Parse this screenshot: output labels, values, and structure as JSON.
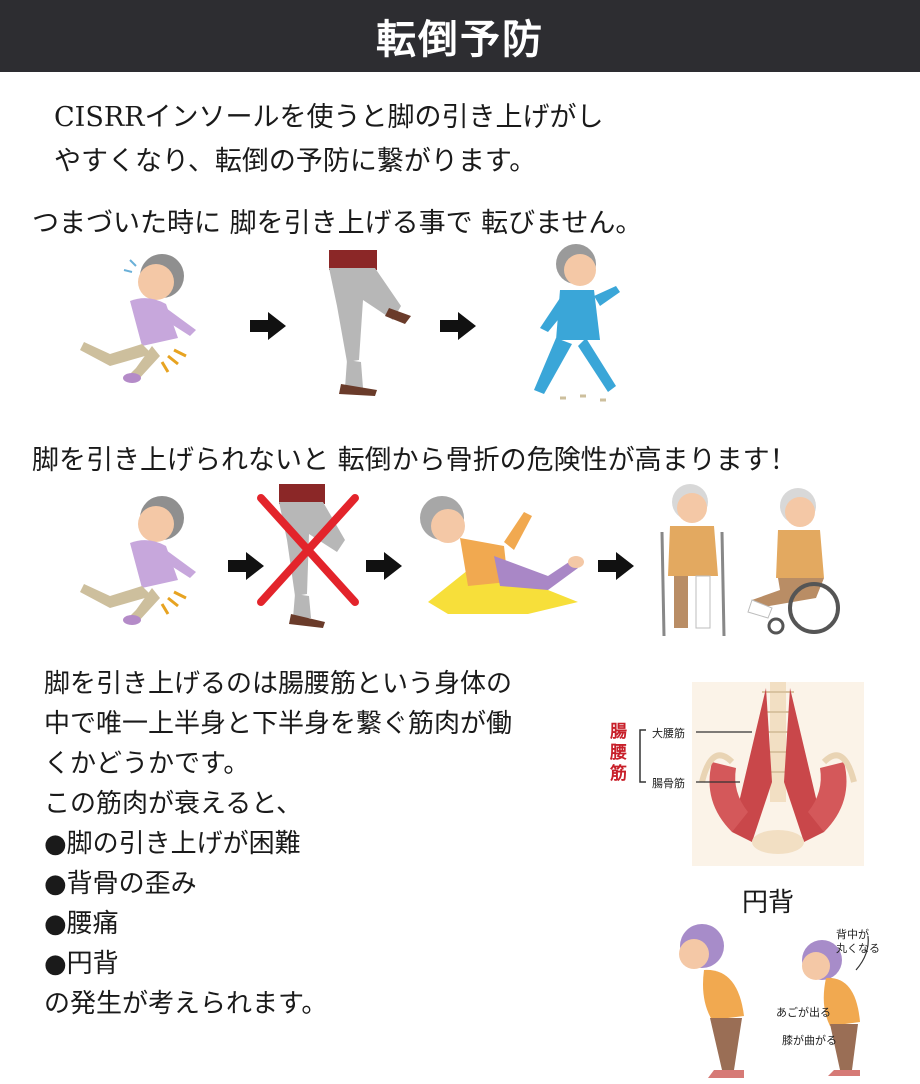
{
  "header": {
    "title": "転倒予防"
  },
  "intro": {
    "line1": "CISRRインソールを使うと脚の引き上げがし",
    "line2": "やすくなり、転倒の予防に繋がります。"
  },
  "row1": {
    "label": "つまづいた時に  脚を引き上げる事で  転びません。"
  },
  "row2": {
    "label": "脚を引き上げられないと  転倒から骨折の危険性が高まります！"
  },
  "body": {
    "lines": [
      "脚を引き上げるのは腸腰筋という身体の",
      "中で唯一上半身と下半身を繋ぐ筋肉が働",
      "くかどうかです。",
      "この筋肉が衰えると、",
      "●脚の引き上げが困難",
      "●背骨の歪み",
      "●腰痛",
      "●円背",
      "の発生が考えられます。"
    ]
  },
  "muscle": {
    "group_label": "腸腰筋",
    "upper": "大腰筋",
    "lower": "腸骨筋"
  },
  "posture": {
    "caption": "円背",
    "note_back": "背中が丸くなる",
    "note_back_1": "背中が",
    "note_back_2": "丸くなる",
    "note_chin": "あごが出る",
    "note_knee": "膝が曲がる"
  },
  "colors": {
    "header_bg": "#2d2d31",
    "accent_red": "#c8202a",
    "arrow": "#111111"
  }
}
